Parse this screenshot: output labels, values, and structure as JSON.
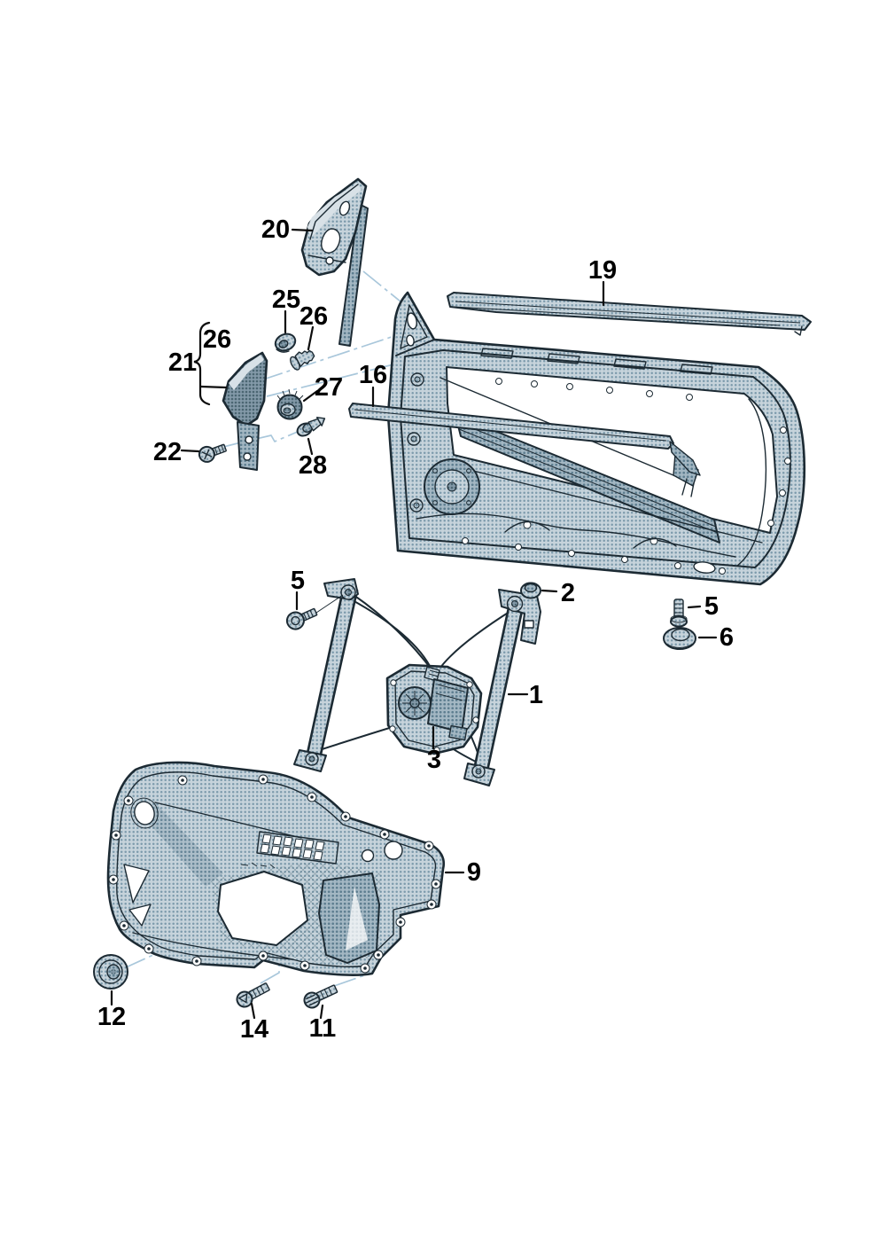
{
  "diagram": {
    "type": "exploded-parts-diagram",
    "subject": "vehicle door with window regulator, carrier panel, seals and fasteners",
    "callouts": {
      "part1": "1",
      "part2": "2",
      "part3": "3",
      "part5_left": "5",
      "part5_right": "5",
      "part6": "6",
      "part9": "9",
      "part11": "11",
      "part12": "12",
      "part14": "14",
      "part16": "16",
      "part19": "19",
      "part20": "20",
      "part21": "21",
      "part22": "22",
      "part25": "25",
      "part26_upper": "26",
      "part26_lower": "26",
      "part27": "27",
      "part28": "28"
    },
    "colors": {
      "background": "#ffffff",
      "outline": "#1c2a33",
      "body": "#aec0cb",
      "body_dark": "#7e99a9",
      "body_darker": "#647f8d",
      "highlight": "#d8e1e7",
      "leader": "#a9c7db",
      "label": "#000000"
    }
  }
}
